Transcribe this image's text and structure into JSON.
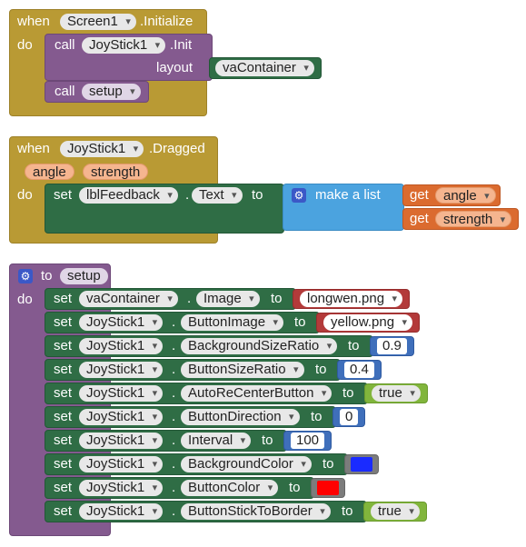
{
  "kw": {
    "when": "when",
    "do": "do",
    "call": "call",
    "set": "set",
    "to": "to",
    "get": "get",
    "dot": ".",
    "to_proc": "to"
  },
  "block1": {
    "component": "Screen1",
    "event": ".Initialize",
    "init_component": "JoyStick1",
    "init_method": ".Init",
    "layout_label": "layout",
    "layout_value": "vaContainer",
    "proc_call": "setup"
  },
  "block2": {
    "component": "JoyStick1",
    "event": ".Dragged",
    "param1": "angle",
    "param2": "strength",
    "target": "lblFeedback",
    "prop": "Text",
    "list_label": "make a list",
    "get1": "angle",
    "get2": "strength"
  },
  "block3": {
    "proc_name": "setup",
    "rows": [
      {
        "comp": "vaContainer",
        "prop": "Image",
        "type": "text",
        "value": "longwen.png"
      },
      {
        "comp": "JoyStick1",
        "prop": "ButtonImage",
        "type": "text",
        "value": "yellow.png"
      },
      {
        "comp": "JoyStick1",
        "prop": "BackgroundSizeRatio",
        "type": "number",
        "value": "0.9"
      },
      {
        "comp": "JoyStick1",
        "prop": "ButtonSizeRatio",
        "type": "number",
        "value": "0.4"
      },
      {
        "comp": "JoyStick1",
        "prop": "AutoReCenterButton",
        "type": "bool",
        "value": "true"
      },
      {
        "comp": "JoyStick1",
        "prop": "ButtonDirection",
        "type": "number",
        "value": "0"
      },
      {
        "comp": "JoyStick1",
        "prop": "Interval",
        "type": "number",
        "value": "100"
      },
      {
        "comp": "JoyStick1",
        "prop": "BackgroundColor",
        "type": "color",
        "value": "#1a2bff"
      },
      {
        "comp": "JoyStick1",
        "prop": "ButtonColor",
        "type": "color",
        "value": "#ff0000"
      },
      {
        "comp": "JoyStick1",
        "prop": "ButtonStickToBorder",
        "type": "bool",
        "value": "true"
      }
    ]
  }
}
